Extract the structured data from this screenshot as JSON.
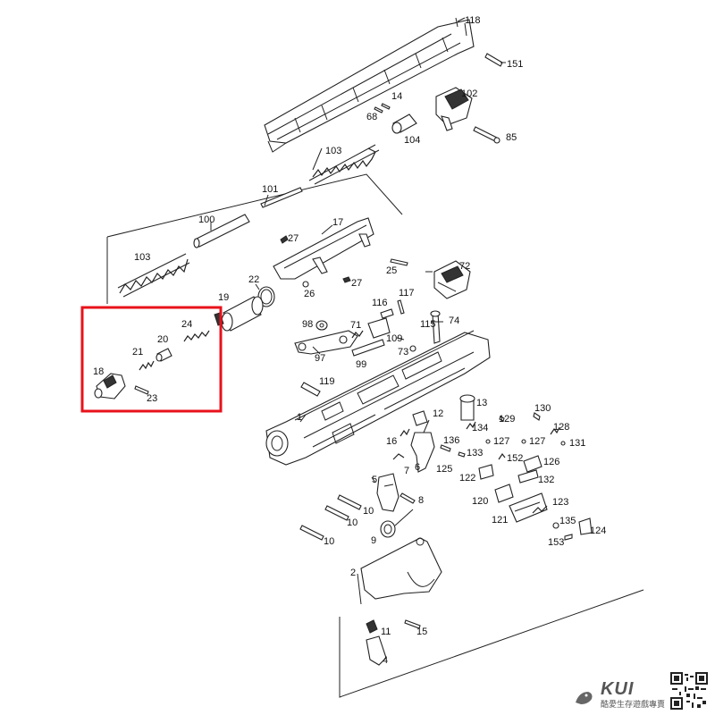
{
  "labels": {
    "l118": "118",
    "l151": "151",
    "l14": "14",
    "l102": "102",
    "l68": "68",
    "l104": "104",
    "l85": "85",
    "l103a": "103",
    "l101": "101",
    "l100": "100",
    "l17": "17",
    "l27a": "27",
    "l103b": "103",
    "l25": "25",
    "l72": "72",
    "l22": "22",
    "l26": "26",
    "l27b": "27",
    "l19": "19",
    "l116": "116",
    "l117": "117",
    "l24": "24",
    "l98": "98",
    "l71": "71",
    "l109": "109",
    "l115": "115",
    "l74": "74",
    "l20": "20",
    "l73": "73",
    "l21": "21",
    "l97": "97",
    "l99": "99",
    "l18": "18",
    "l119": "119",
    "l23": "23",
    "l13": "13",
    "l1": "1",
    "l12": "12",
    "l129": "129",
    "l130": "130",
    "l134": "134",
    "l128": "128",
    "l16": "16",
    "l136": "136",
    "l127a": "127",
    "l127b": "127",
    "l131": "131",
    "l133": "133",
    "l152": "152",
    "l126": "126",
    "l7": "7",
    "l6": "6",
    "l125": "125",
    "l122": "122",
    "l132": "132",
    "l5": "5",
    "l8": "8",
    "l120": "120",
    "l123": "123",
    "l10a": "10",
    "l10b": "10",
    "l121": "121",
    "l135": "135",
    "l124": "124",
    "l9": "9",
    "l10c": "10",
    "l153": "153",
    "l2": "2",
    "l11": "11",
    "l15": "15",
    "l4": "4"
  },
  "highlight": {
    "color": "#e8121b"
  },
  "watermark": {
    "brand": "KUI",
    "slogan": "酷愛生存遊戲專賣",
    "qr_icon": "qr-code-icon"
  }
}
